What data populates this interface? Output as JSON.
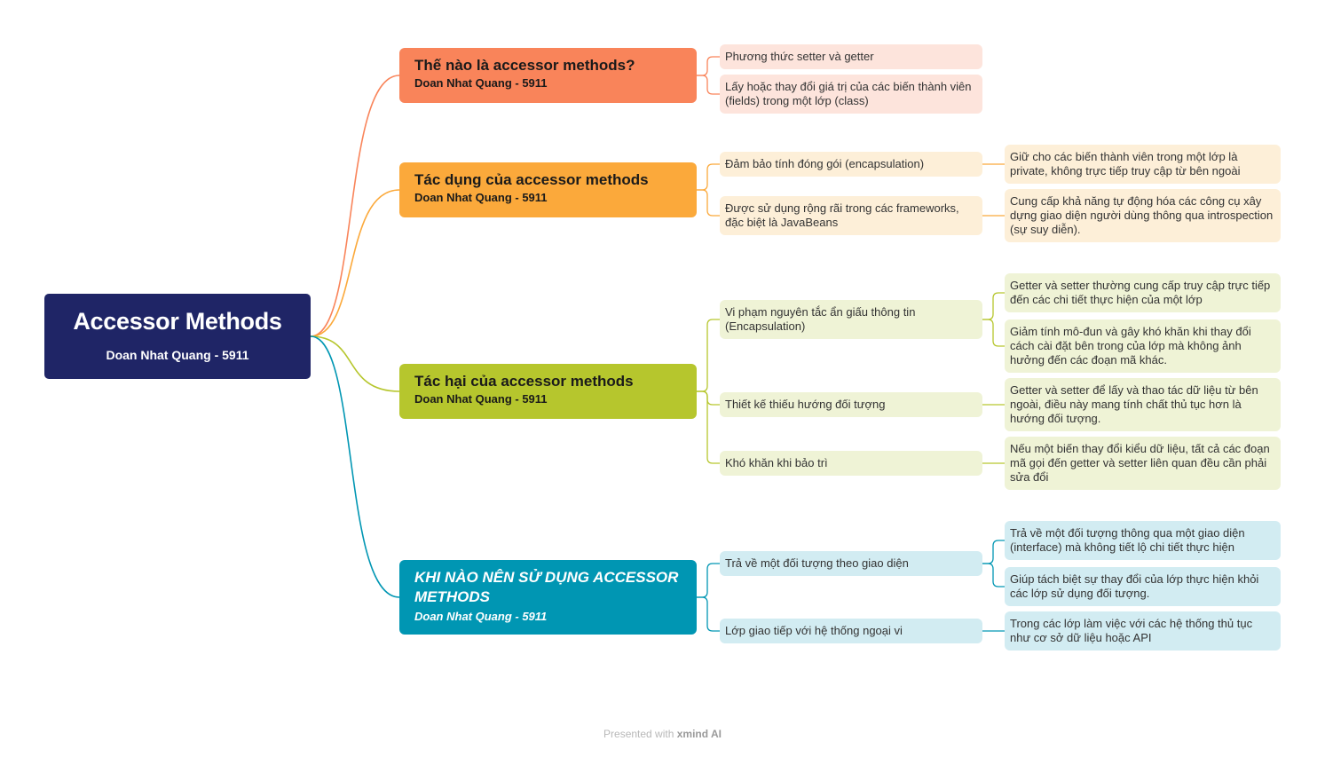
{
  "colors": {
    "root": "#1f2566",
    "branch1": "#f9845a",
    "branch2": "#fba93b",
    "branch3": "#b6c62d",
    "branch4": "#0096b3",
    "leaf1": "#fde4dc",
    "leaf2": "#fdefd8",
    "leaf3": "#eff3d6",
    "leaf4": "#d2ecf2"
  },
  "root": {
    "title": "Accessor Methods",
    "subtitle": "Doan Nhat Quang - 5911"
  },
  "branches": [
    {
      "title": "Thế nào là accessor methods?",
      "subtitle": "Doan Nhat Quang - 5911",
      "children": [
        {
          "text": "Phương thức setter và getter"
        },
        {
          "text": "Lấy hoặc thay đổi giá trị của các biến thành viên (fields) trong một lớp (class)"
        }
      ]
    },
    {
      "title": "Tác dụng của accessor methods",
      "subtitle": "Doan Nhat Quang - 5911",
      "children": [
        {
          "text": "Đảm bảo tính đóng gói (encapsulation)",
          "children": [
            {
              "text": "Giữ cho các biến thành viên trong một lớp là private, không trực tiếp truy cập từ bên ngoài"
            }
          ]
        },
        {
          "text": "Được sử dụng rộng rãi trong các frameworks, đặc biệt là JavaBeans",
          "children": [
            {
              "text": "Cung cấp khả năng tự động hóa các công cụ xây dựng giao diện người dùng thông qua introspection (sự suy diễn)."
            }
          ]
        }
      ]
    },
    {
      "title": "Tác hại của accessor methods",
      "subtitle": "Doan Nhat Quang - 5911",
      "children": [
        {
          "text": "Vi phạm nguyên tắc ẩn giấu thông tin (Encapsulation)",
          "children": [
            {
              "text": "Getter và setter thường cung cấp truy cập trực tiếp đến các chi tiết thực hiện của một lớp"
            },
            {
              "text": "Giảm tính mô-đun và gây khó khăn khi thay đổi cách cài đặt bên trong của lớp mà không ảnh hưởng đến các đoạn mã khác."
            }
          ]
        },
        {
          "text": "Thiết kế thiếu hướng đối tượng",
          "children": [
            {
              "text": "Getter và setter để lấy và thao tác dữ liệu từ bên ngoài, điều này mang tính chất thủ tục hơn là hướng đối tượng."
            }
          ]
        },
        {
          "text": "Khó khăn khi bảo trì",
          "children": [
            {
              "text": "Nếu một biến thay đổi kiểu dữ liệu, tất cả các đoạn mã gọi đến getter và setter liên quan đều cần phải sửa đổi"
            }
          ]
        }
      ]
    },
    {
      "title": "KHI NÀO NÊN SỬ DỤNG ACCESSOR METHODS",
      "subtitle": "Doan Nhat Quang - 5911",
      "children": [
        {
          "text": "Trả về một đối tượng theo giao diện",
          "children": [
            {
              "text": "Trả về một đối tượng thông qua một giao diện (interface) mà không tiết lộ chi tiết thực hiện"
            },
            {
              "text": "Giúp tách biệt sự thay đổi của lớp thực hiện khỏi các lớp sử dụng đối tượng."
            }
          ]
        },
        {
          "text": "Lớp giao tiếp với hệ thống ngoại vi",
          "children": [
            {
              "text": "Trong các lớp làm việc với các hệ thống thủ tục như cơ sở dữ liệu hoặc API"
            }
          ]
        }
      ]
    }
  ],
  "footer": {
    "prefix": "Presented with",
    "brand": "xmind AI"
  }
}
